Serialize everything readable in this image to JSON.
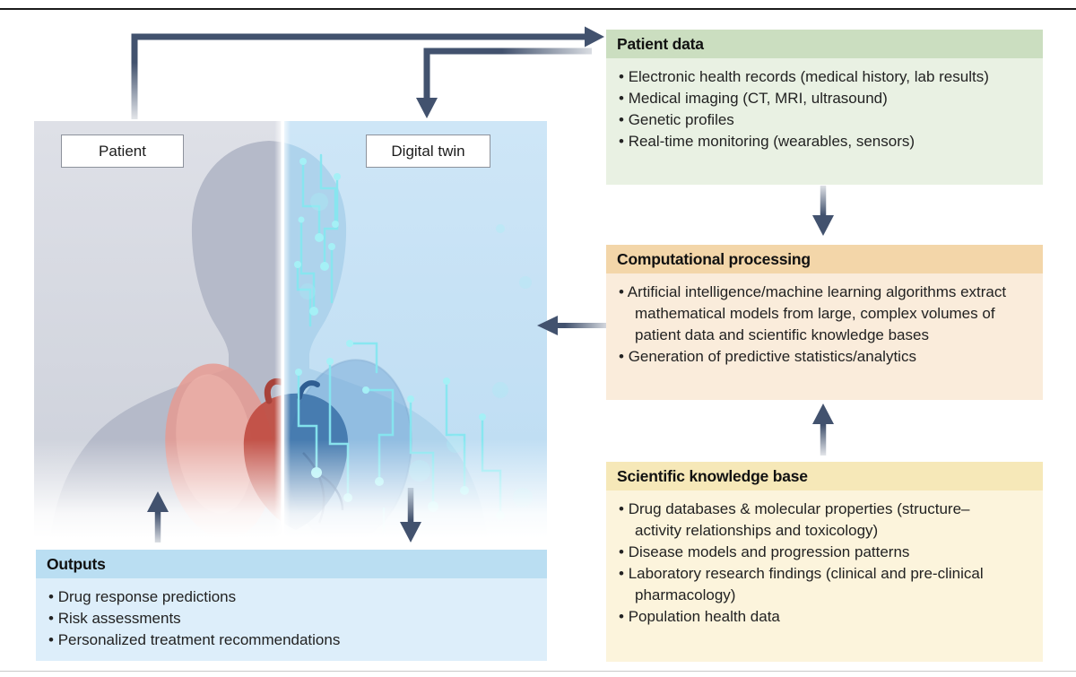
{
  "page": {
    "top_rule_color": "#1b1b1b",
    "bottom_rule_color": "#c9c9c9",
    "arrow_color": "#42526e"
  },
  "figure": {
    "patient_label": "Patient",
    "digital_twin_label": "Digital twin",
    "patient_side_color": "#d4d7e0",
    "digital_side_color": "#c8e2f5",
    "circuit_color": "#86e7f0"
  },
  "boxes": {
    "patient_data": {
      "title": "Patient data",
      "header_color": "#cbdec0",
      "body_color": "#e9f1e3",
      "items": [
        "Electronic health records (medical history, lab results)",
        "Medical imaging (CT, MRI, ultrasound)",
        "Genetic profiles",
        "Real-time monitoring (wearables, sensors)"
      ]
    },
    "computational_processing": {
      "title": "Computational processing",
      "header_color": "#f3d6a9",
      "body_color": "#faecdb",
      "items": [
        "Artificial intelligence/machine learning algorithms extract mathematical models from large, complex volumes of patient data and scientific knowledge bases",
        "Generation of predictive statistics/analytics"
      ]
    },
    "scientific_knowledge_base": {
      "title": "Scientific knowledge base",
      "header_color": "#f6e8b8",
      "body_color": "#fcf4dc",
      "items": [
        "Drug databases & molecular properties (structure–activity relationships and toxicology)",
        "Disease models and progression patterns",
        "Laboratory research findings (clinical and pre-clinical pharmacology)",
        "Population health data"
      ]
    },
    "outputs": {
      "title": "Outputs",
      "header_color": "#badef2",
      "body_color": "#ddeefa",
      "items": [
        "Drug response predictions",
        "Risk assessments",
        "Personalized treatment recommendations"
      ]
    }
  },
  "arrow_connections": [
    "patient to patient data",
    "patient data to digital twin",
    "patient data to computational processing",
    "scientific knowledge base to computational processing",
    "computational processing to digital twin",
    "digital twin to outputs",
    "outputs to patient"
  ]
}
